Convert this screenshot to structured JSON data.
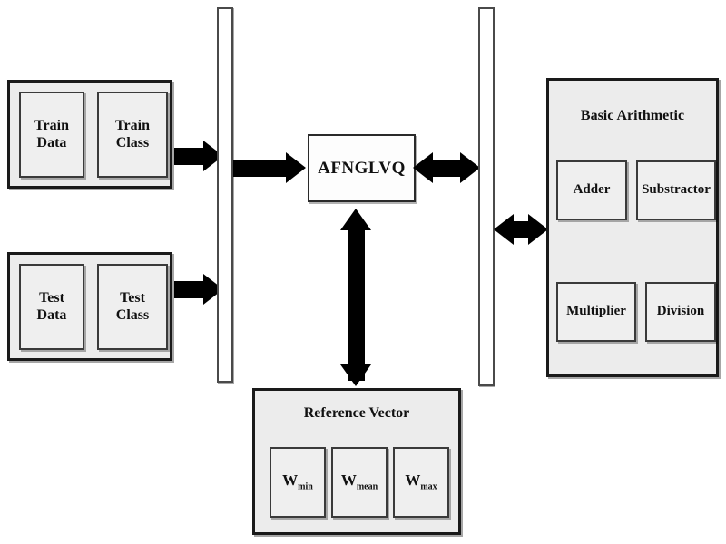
{
  "diagram": {
    "title": "AFNGLVQ hardware architecture block diagram",
    "colors": {
      "background": "#ffffff",
      "group_fill": "#ececec",
      "cell_fill": "#efefef",
      "border_dark": "#1a1a1a",
      "border_cell": "#3a3a3a",
      "bus_fill": "#ffffff",
      "bus_border": "#4a4a4a",
      "arrow": "#000000"
    }
  },
  "inputs": {
    "train_group": {
      "name": "train-input-group",
      "cells": [
        {
          "line1": "Train",
          "line2": "Data"
        },
        {
          "line1": "Train",
          "line2": "Class"
        }
      ]
    },
    "test_group": {
      "name": "test-input-group",
      "cells": [
        {
          "line1": "Test",
          "line2": "Data"
        },
        {
          "line1": "Test",
          "line2": "Class"
        }
      ]
    }
  },
  "buses": {
    "left": {
      "label": "left-bus-bar"
    },
    "right": {
      "label": "right-bus-bar"
    }
  },
  "core": {
    "label": "AFNGLVQ"
  },
  "reference_vector": {
    "title": "Reference Vector",
    "cells": [
      {
        "base": "W",
        "subscript": "min"
      },
      {
        "base": "W",
        "subscript": "mean"
      },
      {
        "base": "W",
        "subscript": "max"
      }
    ]
  },
  "arithmetic": {
    "title": "Basic Arithmetic",
    "cells": [
      {
        "label": "Adder"
      },
      {
        "label": "Substractor"
      },
      {
        "label": "Multiplier"
      },
      {
        "label": "Division"
      }
    ]
  },
  "connectors": [
    {
      "name": "train-to-left-bus",
      "type": "single-right"
    },
    {
      "name": "test-to-left-bus",
      "type": "single-right"
    },
    {
      "name": "left-bus-to-core",
      "type": "single-right"
    },
    {
      "name": "core-to-right-bus",
      "type": "double-horizontal"
    },
    {
      "name": "right-bus-to-arithmetic",
      "type": "double-horizontal"
    },
    {
      "name": "core-to-reference-vector",
      "type": "double-vertical"
    }
  ]
}
